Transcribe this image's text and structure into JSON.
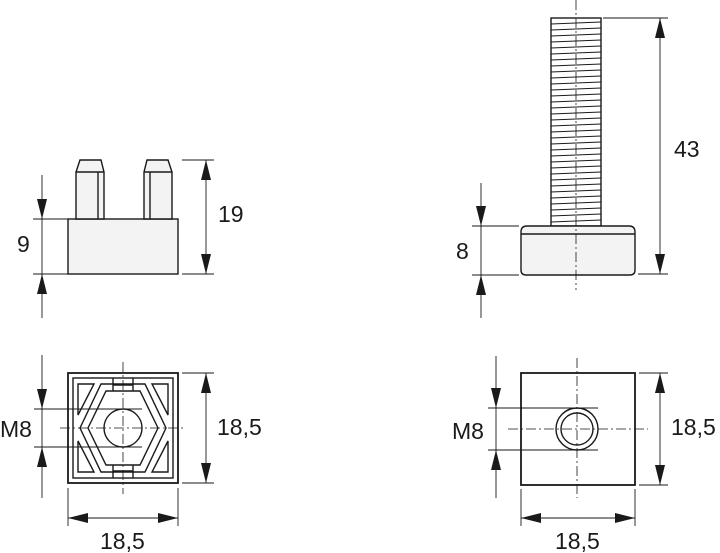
{
  "dimensions": {
    "nut_height": "9",
    "nut_total_height": "19",
    "nut_thread": "M8",
    "nut_width_vertical": "18,5",
    "nut_width_horizontal": "18,5",
    "bolt_length": "43",
    "bolt_head_height": "8",
    "bolt_thread": "M8",
    "bolt_width_vertical": "18,5",
    "bolt_width_horizontal": "18,5"
  }
}
